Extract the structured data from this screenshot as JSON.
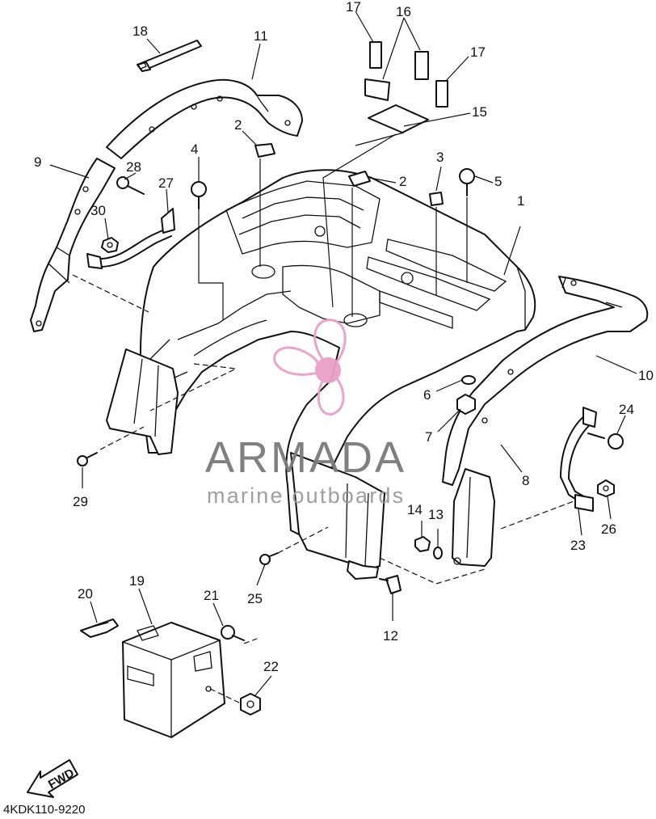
{
  "diagram_code": "4KDK110-9220",
  "watermark": {
    "brand": "ARMADA",
    "tagline": "marine outboards",
    "logo_color": "#e9a0c8",
    "text_color": "#7a7a7a"
  },
  "fwd_label": "FWD",
  "callouts": [
    {
      "id": "c17a",
      "text": "17"
    },
    {
      "id": "c16",
      "text": "16"
    },
    {
      "id": "c18",
      "text": "18"
    },
    {
      "id": "c11",
      "text": "11"
    },
    {
      "id": "c17b",
      "text": "17"
    },
    {
      "id": "c15",
      "text": "15"
    },
    {
      "id": "c2a",
      "text": "2"
    },
    {
      "id": "c9",
      "text": "9"
    },
    {
      "id": "c4",
      "text": "4"
    },
    {
      "id": "c28",
      "text": "28"
    },
    {
      "id": "c27",
      "text": "27"
    },
    {
      "id": "c30",
      "text": "30"
    },
    {
      "id": "c3",
      "text": "3"
    },
    {
      "id": "c2b",
      "text": "2"
    },
    {
      "id": "c5",
      "text": "5"
    },
    {
      "id": "c1",
      "text": "1"
    },
    {
      "id": "c10",
      "text": "10"
    },
    {
      "id": "c6",
      "text": "6"
    },
    {
      "id": "c7",
      "text": "7"
    },
    {
      "id": "c24",
      "text": "24"
    },
    {
      "id": "c29",
      "text": "29"
    },
    {
      "id": "c8",
      "text": "8"
    },
    {
      "id": "c14",
      "text": "14"
    },
    {
      "id": "c13",
      "text": "13"
    },
    {
      "id": "c26",
      "text": "26"
    },
    {
      "id": "c23",
      "text": "23"
    },
    {
      "id": "c25",
      "text": "25"
    },
    {
      "id": "c12",
      "text": "12"
    },
    {
      "id": "c20",
      "text": "20"
    },
    {
      "id": "c19",
      "text": "19"
    },
    {
      "id": "c21",
      "text": "21"
    },
    {
      "id": "c22",
      "text": "22"
    }
  ]
}
